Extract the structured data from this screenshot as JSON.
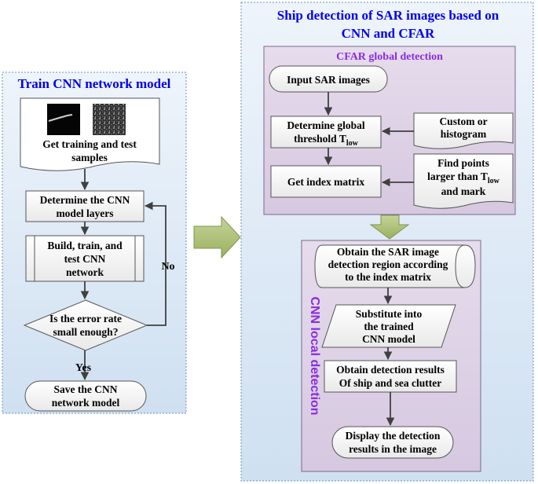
{
  "left_panel": {
    "title": "Train CNN network model",
    "nodes": {
      "samples": [
        "Get training and test",
        "samples"
      ],
      "layers": [
        "Determine the CNN",
        "model layers"
      ],
      "build": [
        "Build, train, and",
        "test CNN",
        "network"
      ],
      "error": [
        "Is the error rate",
        "small enough?"
      ],
      "save": [
        "Save the CNN",
        "network model"
      ]
    },
    "edges": {
      "no": "No",
      "yes": "Yes"
    }
  },
  "right_panel": {
    "title": [
      "Ship detection of SAR images based on",
      "CNN and CFAR"
    ],
    "cfar": {
      "title": "CFAR global detection",
      "nodes": {
        "input": "Input SAR images",
        "threshold": {
          "line1": "Determine global",
          "line2": "threshold T",
          "sub": "low"
        },
        "index": "Get index matrix",
        "custom": [
          "Custom or",
          "histogram"
        ],
        "find": {
          "line1": "Find points",
          "line2": "larger than T",
          "sub": "low",
          "line3": "and mark"
        }
      }
    },
    "cnn": {
      "title": "CNN local detection",
      "nodes": {
        "region": [
          "Obtain the SAR image",
          "detection region according",
          "to the index matrix"
        ],
        "substitute": [
          "Substitute into",
          "the trained",
          "CNN model"
        ],
        "results": [
          "Obtain detection results",
          "Of ship and sea clutter"
        ],
        "display": [
          "Display the detection",
          "results in the image"
        ]
      }
    }
  }
}
